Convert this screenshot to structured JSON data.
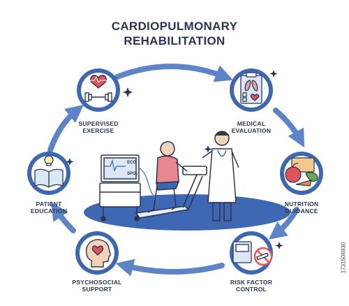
{
  "title": {
    "line1": "CARDIOPULMONARY",
    "line2": "REHABILITATION"
  },
  "stages": [
    {
      "line1": "SUPERVISED",
      "line2": "EXERCISE",
      "icon": "dumbbell-heart-icon"
    },
    {
      "line1": "MEDICAL",
      "line2": "EVALUATION",
      "icon": "clipboard-lungs-icon"
    },
    {
      "line1": "NUTRITION",
      "line2": "GUIDANCE",
      "icon": "healthy-food-icon"
    },
    {
      "line1": "RISK FACTOR",
      "line2": "CONTROL",
      "icon": "blood-pressure-no-smoking-icon"
    },
    {
      "line1": "PSYCHOSOCIAL",
      "line2": "SUPPORT",
      "icon": "head-heart-icon"
    },
    {
      "line1": "PATIENT",
      "line2": "EDUCATION",
      "icon": "book-lightbulb-icon"
    }
  ],
  "monitor": {
    "ecg_label": "ECG",
    "spo2_label": "SPO₂"
  },
  "watermark": "1731506930",
  "colors": {
    "arrow": "#5d84c6",
    "circle": "#3e67b0",
    "ink": "#2b3550",
    "floor": "#3f68b4"
  }
}
